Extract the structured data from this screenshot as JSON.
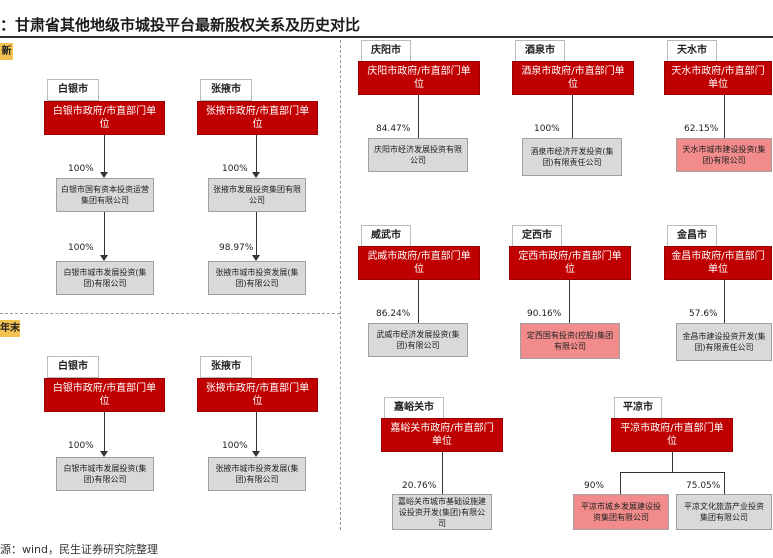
{
  "title": "：甘肃省其他地级市城投平台最新股权关系及历史对比",
  "source": "源：wind，民生证券研究院整理",
  "tags": {
    "latest": "新",
    "year_end": "年末"
  },
  "gov_label": "市政府/市直部门单位",
  "left_latest": {
    "baiyin": {
      "city": "白银市",
      "gov": "白银市政府/市直部门单位",
      "pct1": "100%",
      "ent1": "白银市国有资本投资运营集团有限公司",
      "pct2": "100%",
      "ent2": "白银市城市发展投资(集团)有限公司"
    },
    "zhangye": {
      "city": "张掖市",
      "gov": "张掖市政府/市直部门单位",
      "pct1": "100%",
      "ent1": "张掖市发展投资集团有限公司",
      "pct2": "98.97%",
      "ent2": "张掖市城市投资发展(集团)有限公司"
    }
  },
  "left_year_end": {
    "baiyin": {
      "city": "白银市",
      "gov": "白银市政府/市直部门单位",
      "pct": "100%",
      "ent": "白银市城市发展投资(集团)有限公司"
    },
    "zhangye": {
      "city": "张掖市",
      "gov": "张掖市政府/市直部门单位",
      "pct": "100%",
      "ent": "张掖市城市投资发展(集团)有限公司"
    }
  },
  "right": {
    "qingyang": {
      "city": "庆阳市",
      "gov": "庆阳市政府/市直部门单位",
      "pct": "84.47%",
      "ent": "庆阳市经济发展投资有限公司"
    },
    "jiuquan": {
      "city": "酒泉市",
      "gov": "酒泉市政府/市直部门单位",
      "pct": "100%",
      "ent": "酒泉市经济开发投资(集团)有限责任公司"
    },
    "tianshui": {
      "city": "天水市",
      "gov": "天水市政府/市直部门单位",
      "pct": "62.15%",
      "ent": "天水市城市建设投资(集团)有限公司"
    },
    "wuwei": {
      "city": "威武市",
      "gov": "武威市政府/市直部门单位",
      "pct": "86.24%",
      "ent": "武威市经济发展投资(集团)有限公司"
    },
    "dingxi": {
      "city": "定西市",
      "gov": "定西市政府/市直部门单位",
      "pct": "90.16%",
      "ent": "定西国有投资(控股)集团有限公司"
    },
    "jinchang": {
      "city": "金昌市",
      "gov": "金昌市政府/市直部门单位",
      "pct": "57.6%",
      "ent": "金昌市建设投资开发(集团)有限责任公司"
    },
    "jiayuguan": {
      "city": "嘉峪关市",
      "gov": "嘉峪关市政府/市直部门单位",
      "pct": "20.76%",
      "ent": "嘉峪关市城市基础设施建设投资开发(集团)有限公司"
    },
    "pingliang": {
      "city": "平凉市",
      "gov": "平凉市政府/市直部门单位",
      "pct_a": "90%",
      "ent_a": "平凉市城乡发展建设投资集团有限公司",
      "pct_b": "75.05%",
      "ent_b": "平凉文化旅游产业投资集团有限公司"
    }
  }
}
